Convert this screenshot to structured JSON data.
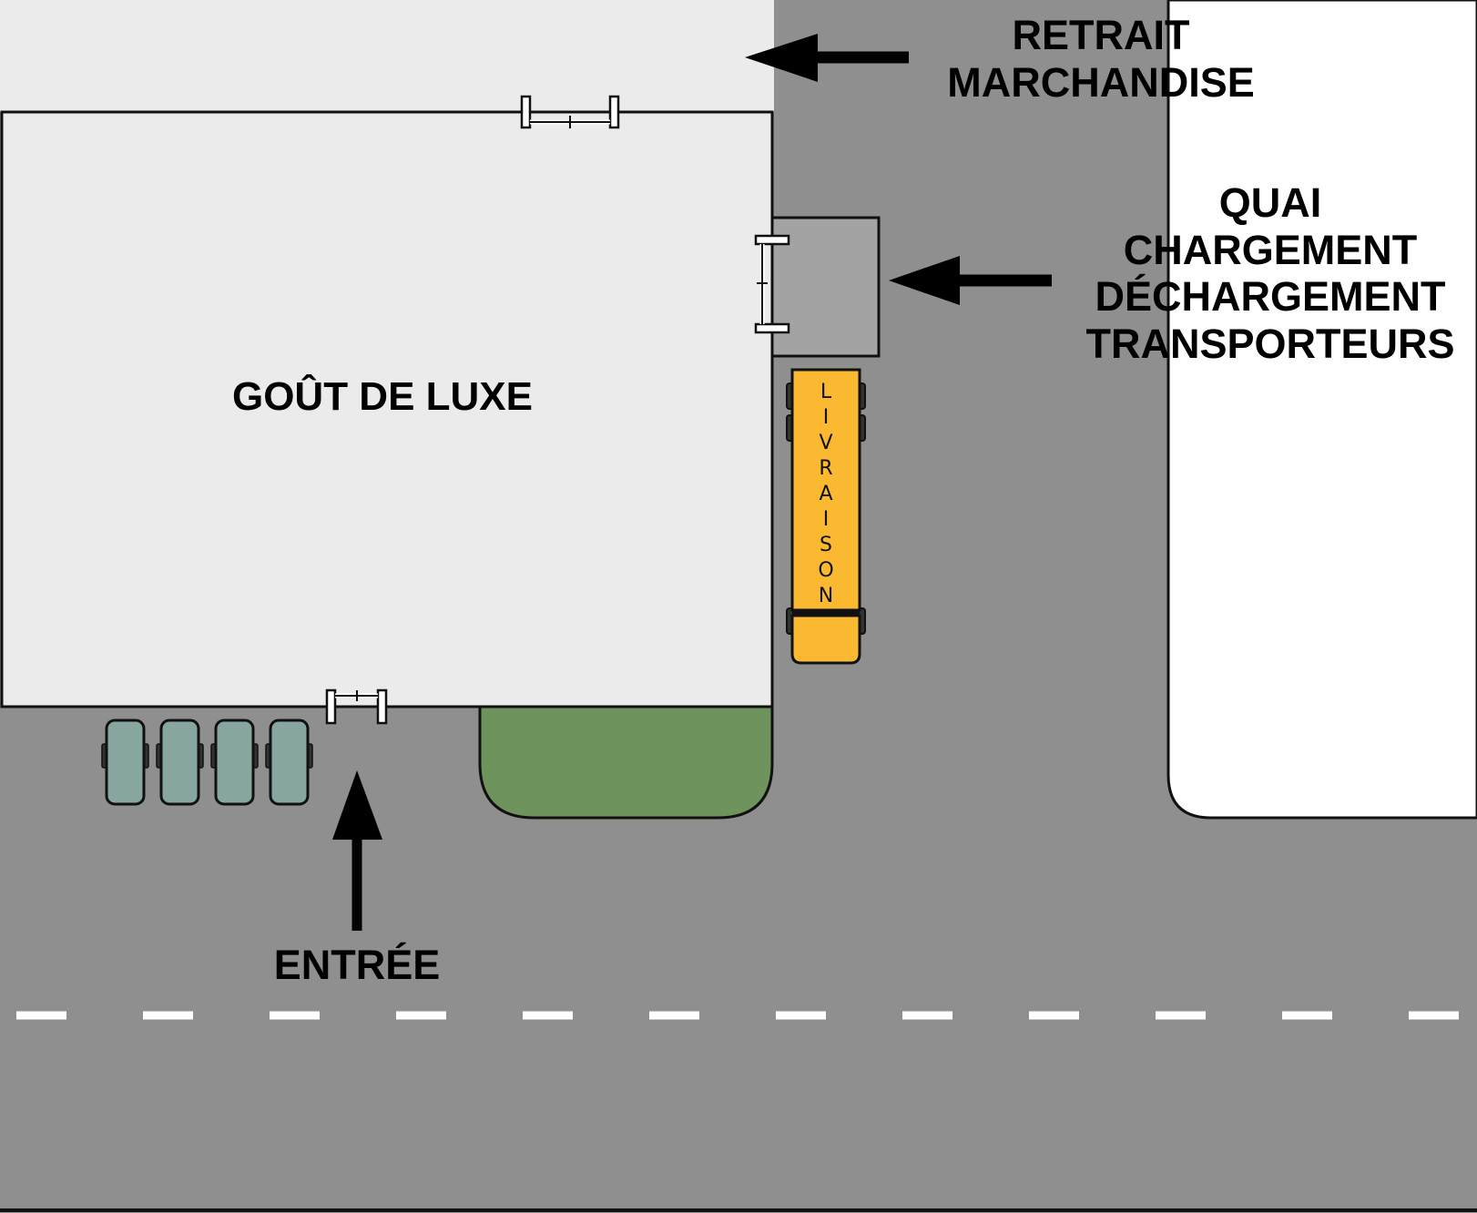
{
  "labels": {
    "store_name": "GOÛT DE LUXE",
    "retrait": [
      "RETRAIT",
      "MARCHANDISE"
    ],
    "quai": [
      "QUAI",
      "CHARGEMENT",
      "DÉCHARGEMENT",
      "TRANSPORTEURS"
    ],
    "entree": "ENTRÉE",
    "truck_letters": [
      "L",
      "I",
      "V",
      "R",
      "A",
      "I",
      "S",
      "O",
      "N"
    ]
  },
  "colors": {
    "road": "#8f8f8f",
    "building": "#ebebeb",
    "dock": "#a3a3a3",
    "grass": "#6e935c",
    "truck": "#fbb931",
    "parked_cars": "#86a69f",
    "outline": "#111111",
    "lane_marking": "#ffffff"
  },
  "parked_cars_count": 4
}
